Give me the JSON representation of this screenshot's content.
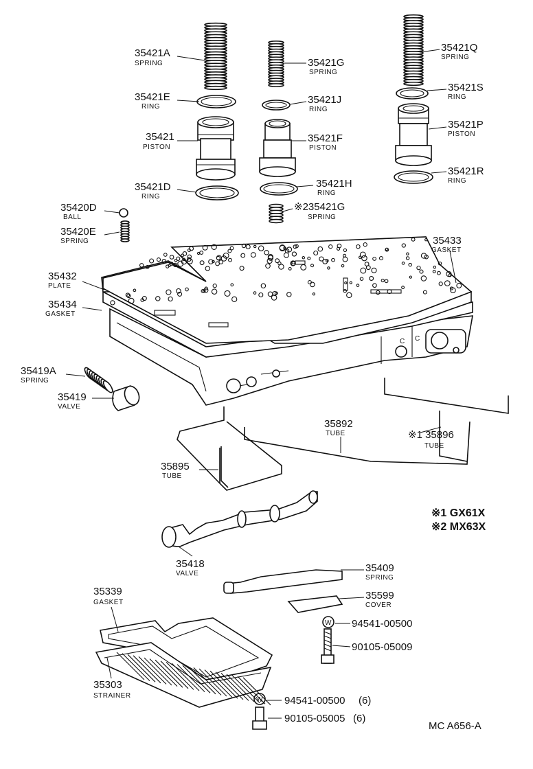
{
  "parts": [
    {
      "id": "p35421A",
      "number": "35421A",
      "name": "SPRING"
    },
    {
      "id": "p35421E",
      "number": "35421E",
      "name": "RING"
    },
    {
      "id": "p35421",
      "number": "35421",
      "name": "PISTON"
    },
    {
      "id": "p35421D",
      "number": "35421D",
      "name": "RING"
    },
    {
      "id": "p35421G",
      "number": "35421G",
      "name": "SPRING"
    },
    {
      "id": "p35421J",
      "number": "35421J",
      "name": "RING"
    },
    {
      "id": "p35421F",
      "number": "35421F",
      "name": "PISTON"
    },
    {
      "id": "p35421H",
      "number": "35421H",
      "name": "RING"
    },
    {
      "id": "p35421G2",
      "number": "※235421G",
      "name": "SPRING"
    },
    {
      "id": "p35421Q",
      "number": "35421Q",
      "name": "SPRING"
    },
    {
      "id": "p35421S",
      "number": "35421S",
      "name": "RING"
    },
    {
      "id": "p35421P",
      "number": "35421P",
      "name": "PISTON"
    },
    {
      "id": "p35421R",
      "number": "35421R",
      "name": "RING"
    },
    {
      "id": "p35420D",
      "number": "35420D",
      "name": "BALL"
    },
    {
      "id": "p35420E",
      "number": "35420E",
      "name": "SPRING"
    },
    {
      "id": "p35433",
      "number": "35433",
      "name": "GASKET"
    },
    {
      "id": "p35432",
      "number": "35432",
      "name": "PLATE"
    },
    {
      "id": "p35434",
      "number": "35434",
      "name": "GASKET"
    },
    {
      "id": "p35419A",
      "number": "35419A",
      "name": "SPRING"
    },
    {
      "id": "p35419",
      "number": "35419",
      "name": "VALVE"
    },
    {
      "id": "p35892",
      "number": "35892",
      "name": "TUBE"
    },
    {
      "id": "p35896",
      "number": "※1 35896",
      "name": "TUBE"
    },
    {
      "id": "p35895",
      "number": "35895",
      "name": "TUBE"
    },
    {
      "id": "p35418",
      "number": "35418",
      "name": "VALVE"
    },
    {
      "id": "p35409",
      "number": "35409",
      "name": "SPRING"
    },
    {
      "id": "p35599",
      "number": "35599",
      "name": "COVER"
    },
    {
      "id": "p35339",
      "number": "35339",
      "name": "GASKET"
    },
    {
      "id": "p35303",
      "number": "35303",
      "name": "STRAINER"
    }
  ],
  "fasteners": [
    {
      "id": "f1",
      "number": "94541-00500",
      "qty": ""
    },
    {
      "id": "f2",
      "number": "90105-05009",
      "qty": ""
    },
    {
      "id": "f3",
      "number": "94541-00500",
      "qty": "(6)"
    },
    {
      "id": "f4",
      "number": "90105-05005",
      "qty": "(6)"
    }
  ],
  "notes": {
    "note1": "※1 GX61X",
    "note2": "※2 MX63X"
  },
  "marks": {
    "c_left": "C",
    "c_right": "C",
    "washer": "W"
  },
  "figure_code": "MC A656-A"
}
